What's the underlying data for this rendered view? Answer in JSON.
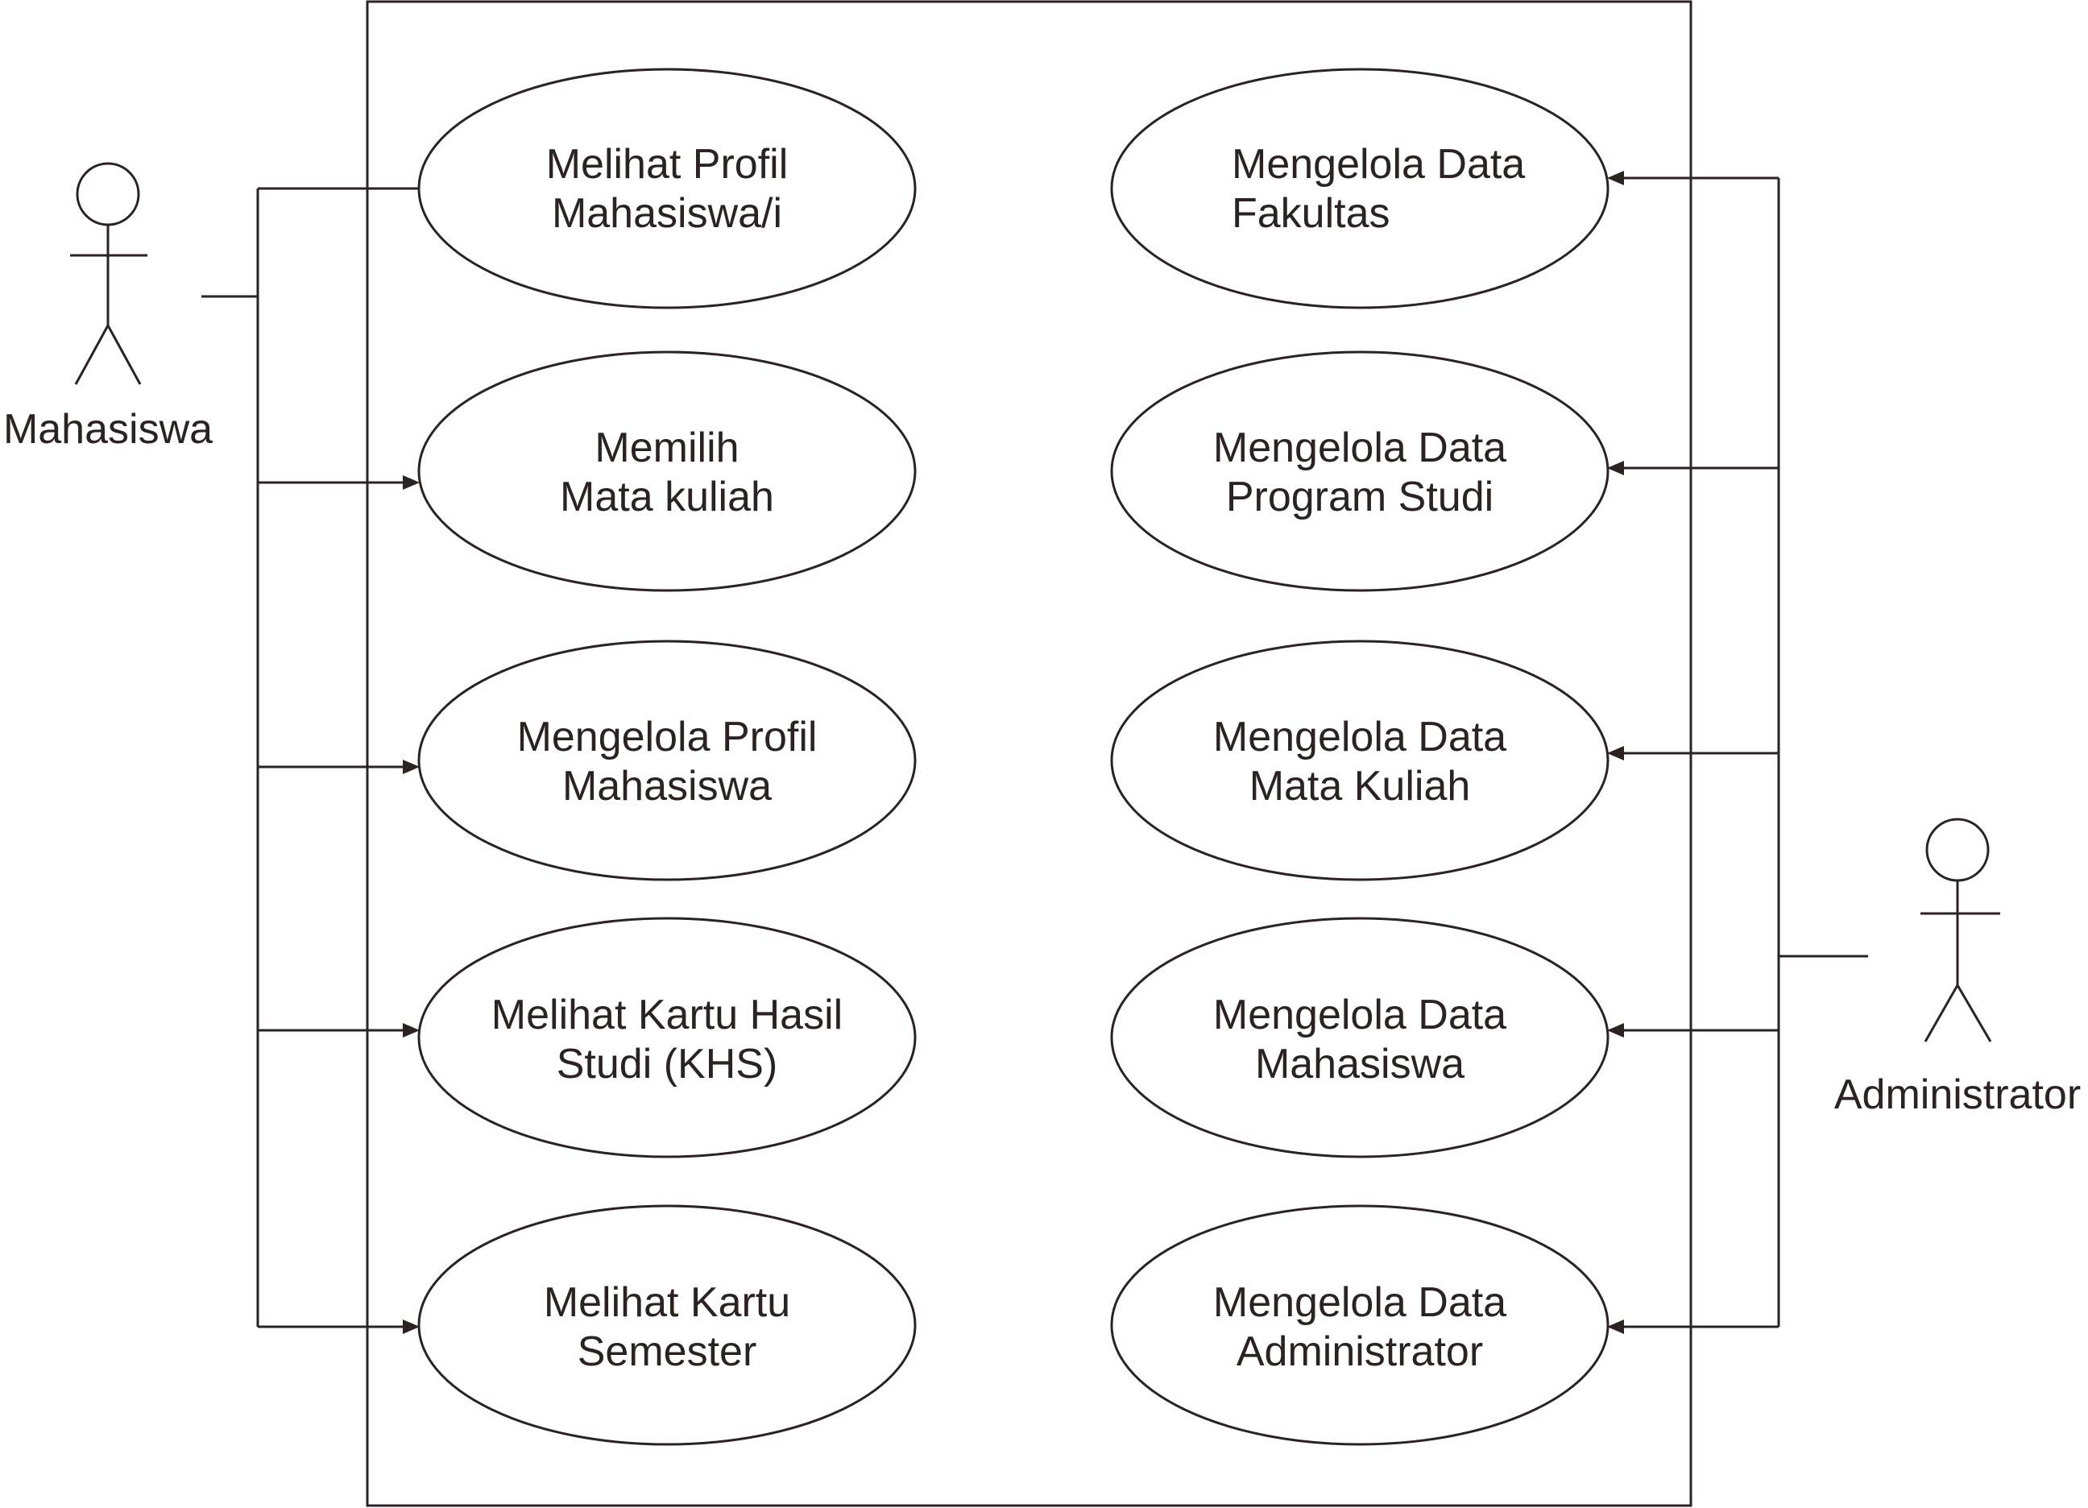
{
  "colors": {
    "line": "#2b2321",
    "background": "#ffffff"
  },
  "actors": {
    "left": {
      "label": "Mahasiswa"
    },
    "right": {
      "label": "Administrator"
    }
  },
  "use_cases": {
    "left": [
      {
        "line1": "Melihat Profil",
        "line2": "Mahasiswa/i"
      },
      {
        "line1": "Memilih",
        "line2": "Mata kuliah"
      },
      {
        "line1": "Mengelola Profil",
        "line2": "Mahasiswa"
      },
      {
        "line1": "Melihat Kartu Hasil",
        "line2": "Studi (KHS)"
      },
      {
        "line1": "Melihat Kartu",
        "line2": "Semester"
      }
    ],
    "right": [
      {
        "line1": "Mengelola Data",
        "line2": "Fakultas"
      },
      {
        "line1": "Mengelola Data",
        "line2": "Program Studi"
      },
      {
        "line1": "Mengelola Data",
        "line2": "Mata Kuliah"
      },
      {
        "line1": "Mengelola Data",
        "line2": "Mahasiswa"
      },
      {
        "line1": "Mengelola Data",
        "line2": "Administrator"
      }
    ]
  }
}
